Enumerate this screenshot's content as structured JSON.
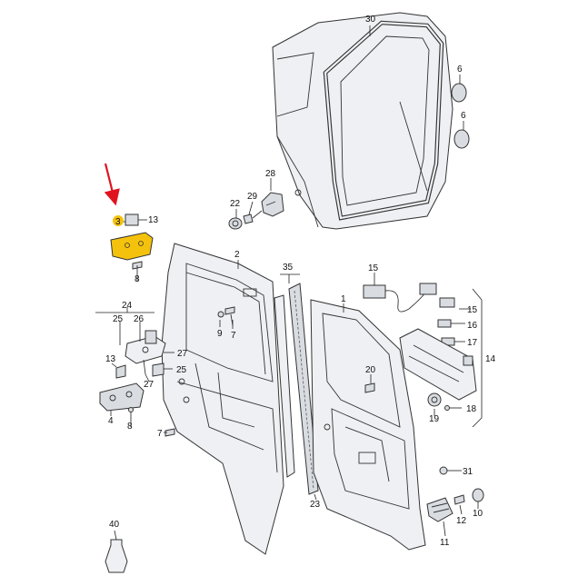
{
  "diagram": {
    "arrow_color": "#e0141e",
    "highlight_color": "#f4c20d",
    "highlighted_part": "3",
    "callouts": {
      "c30": "30",
      "c6a": "6",
      "c6b": "6",
      "c28": "28",
      "c22": "22",
      "c29": "29",
      "c3": "3",
      "c13a": "13",
      "c8a": "8",
      "c2": "2",
      "c35": "35",
      "c1": "1",
      "c15a": "15",
      "c15b": "15",
      "c16": "16",
      "c17": "17",
      "c14": "14",
      "c24": "24",
      "c25a": "25",
      "c26": "26",
      "c9": "9",
      "c7a": "7",
      "c13b": "13",
      "c27a": "27",
      "c27b": "27",
      "c25b": "25",
      "c20": "20",
      "c18": "18",
      "c19": "19",
      "c4": "4",
      "c8b": "8",
      "c7b": "7",
      "c31": "31",
      "c23": "23",
      "c12": "12",
      "c10": "10",
      "c11": "11",
      "c40": "40"
    }
  }
}
